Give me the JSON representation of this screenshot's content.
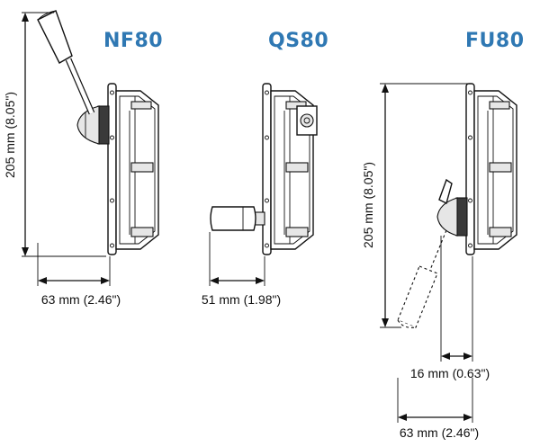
{
  "units": {
    "nf80": {
      "title": "NF80",
      "height_dim": "205 mm (8.05\")",
      "width_dim": "63 mm (2.46\")"
    },
    "qs80": {
      "title": "QS80",
      "width_dim": "51 mm (1.98\")"
    },
    "fu80": {
      "title": "FU80",
      "height_dim": "205 mm (8.05\")",
      "offset_dim": "16 mm (0.63\")",
      "width_dim": "63 mm (2.46\")"
    }
  },
  "colors": {
    "title": "#2f78b3",
    "line": "#111111"
  }
}
